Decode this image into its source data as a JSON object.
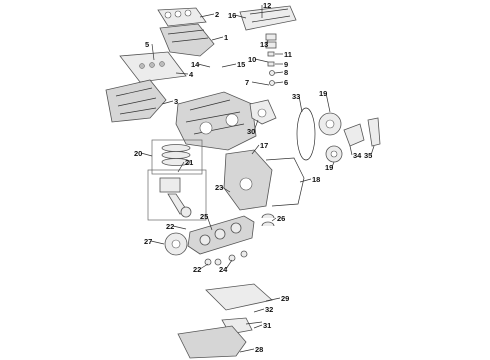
{
  "callouts": [
    "1",
    "2",
    "3",
    "4",
    "5",
    "6",
    "7",
    "8",
    "9",
    "10",
    "11",
    "12",
    "13",
    "14",
    "15",
    "16",
    "17",
    "18",
    "19",
    "19",
    "20",
    "21",
    "22",
    "22",
    "23",
    "24",
    "25",
    "26",
    "27",
    "28",
    "29",
    "30",
    "31",
    "32",
    "33",
    "34",
    "35"
  ]
}
